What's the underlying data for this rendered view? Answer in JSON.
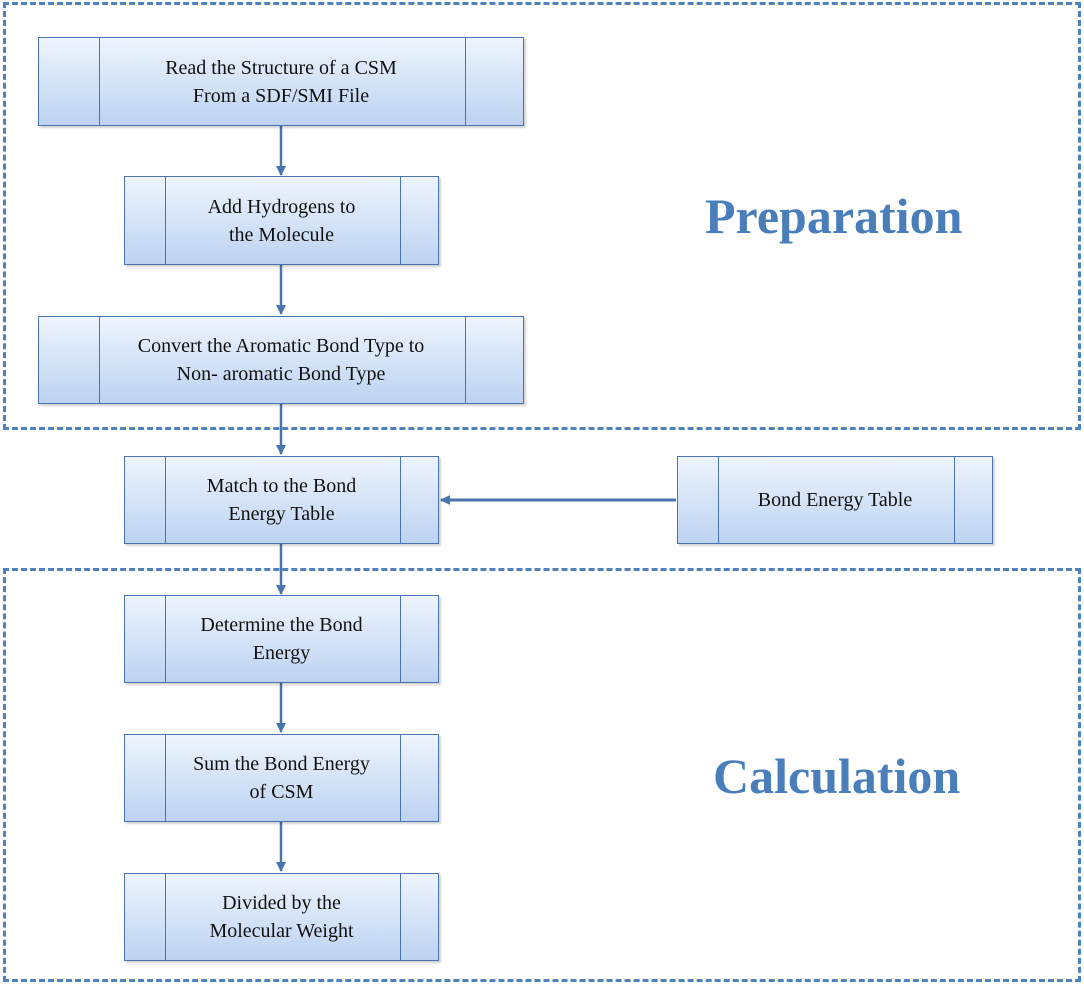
{
  "groups": {
    "preparation": {
      "title": "Preparation"
    },
    "calculation": {
      "title": "Calculation"
    }
  },
  "steps": {
    "read_structure": {
      "line1": "Read the Structure of a CSM",
      "line2": "From a SDF/SMI File"
    },
    "add_hydrogens": {
      "line1": "Add Hydrogens to",
      "line2": "the Molecule"
    },
    "convert_bond": {
      "line1": "Convert the Aromatic Bond Type to",
      "line2": "Non- aromatic  Bond Type"
    },
    "match_table": {
      "line1": "Match to the Bond",
      "line2": "Energy Table"
    },
    "bond_energy_table": {
      "line1": "Bond  Energy Table"
    },
    "determine_energy": {
      "line1": "Determine the Bond",
      "line2": "Energy"
    },
    "sum_energy": {
      "line1": "Sum the Bond Energy",
      "line2": "of CSM"
    },
    "divide_weight": {
      "line1": "Divided by the",
      "line2": "Molecular Weight"
    }
  },
  "colors": {
    "accent": "#4f81bd",
    "box_border": "#4a74b0",
    "box_fill_top": "#eef4fc",
    "box_fill_bottom": "#bdd3f1",
    "title": "#4a7ebb"
  }
}
